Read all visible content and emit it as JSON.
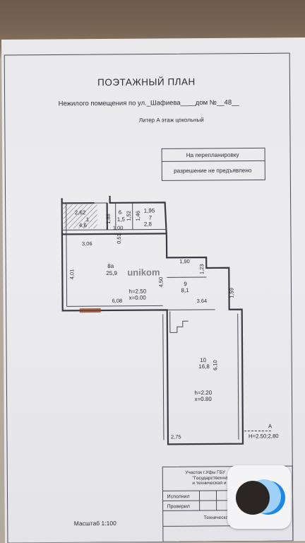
{
  "header": {
    "title": "ПОЭТАЖНЫЙ ПЛАН",
    "subtitle": "Нежилого помещения по ул._Шафиева____дом №__48__",
    "liter": "Литер     А     этаж  цокольный"
  },
  "stamp": {
    "line1": "На перепланировку",
    "line2": "разрешение не предъявлено"
  },
  "watermark": "unikom",
  "rooms": [
    {
      "num": "1",
      "area": "4,6",
      "dim": "2,62"
    },
    {
      "num": "6",
      "area": "1,5"
    },
    {
      "num": "7",
      "area": "2,8",
      "dim": "1,95"
    },
    {
      "num": "8а",
      "area": "25,9",
      "h": "h=2.50",
      "x": "x=0.00"
    },
    {
      "num": "9",
      "area": "8,1"
    },
    {
      "num": "10",
      "area": "16,8",
      "h": "h=2.20",
      "x": "x=0.80"
    }
  ],
  "dims": {
    "d188": "1,88",
    "d152": "1,52",
    "d146": "1,46",
    "d100": "1,00",
    "d051": "0,51",
    "d306": "3,06",
    "d401": "4,01",
    "d608": "6,08",
    "d450": "4,50",
    "d190": "1,90",
    "d123": "1,23",
    "d159": "1,59",
    "d364": "3.64",
    "d610": "6,10",
    "d275": "2,75"
  },
  "section_mark": {
    "letter": "А",
    "heights": "Н=2.50;2,80"
  },
  "footer": {
    "org1": "Участок г.Уфы  ГБУ",
    "org2": "\"Государственная",
    "org3": "и техническая и",
    "executor": "Исполнил",
    "checked": "Проверил",
    "tech": "Техническа",
    "scale": "Масштаб 1:100"
  }
}
